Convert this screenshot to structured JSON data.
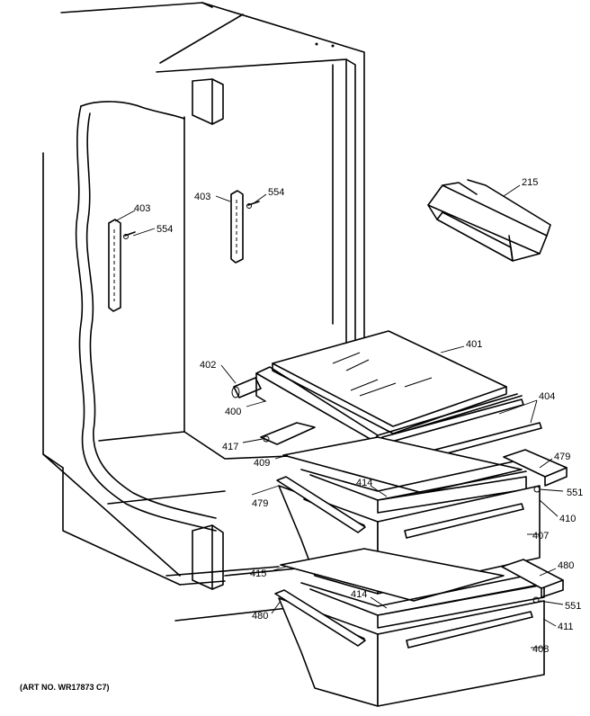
{
  "art_number": "(ART NO. WR17873 C7)",
  "labels": {
    "l215": "215",
    "l401": "401",
    "l402": "402",
    "l400": "400",
    "l403a": "403",
    "l554a": "554",
    "l403b": "403",
    "l554b": "554",
    "l404": "404",
    "l417": "417",
    "l409": "409",
    "l479a": "479",
    "l414a": "414",
    "l479b": "479",
    "l551a": "551",
    "l410": "410",
    "l407": "407",
    "l415": "415",
    "l480a": "480",
    "l414b": "414",
    "l551b": "551",
    "l480b": "480",
    "l411": "411",
    "l408": "408"
  }
}
